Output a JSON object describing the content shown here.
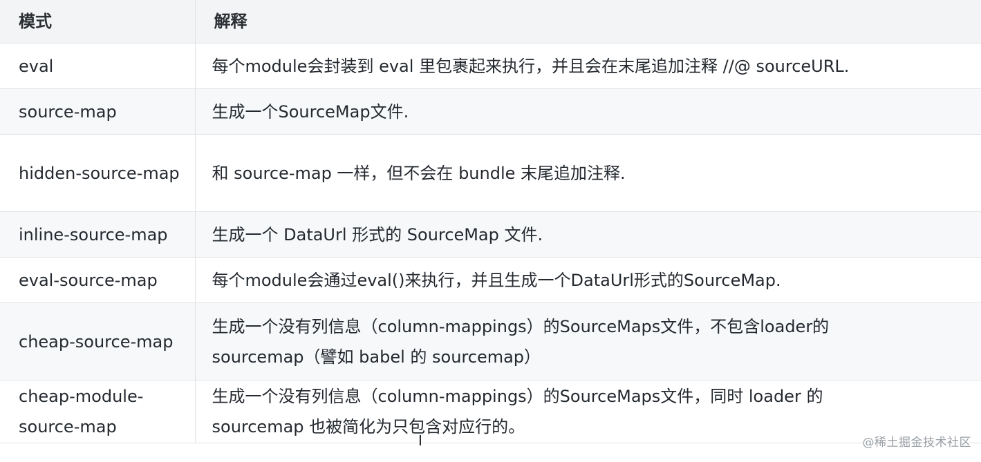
{
  "table": {
    "headers": [
      "模式",
      "解释"
    ],
    "rows": [
      {
        "mode": "eval",
        "desc": [
          "每个module会封装到 eval 里包裹起来执行，并且会在末尾追加注释 //@ sourceURL."
        ]
      },
      {
        "mode": "source-map",
        "desc": [
          "生成一个SourceMap文件."
        ]
      },
      {
        "mode": "hidden-source-map",
        "desc": [
          "和 source-map 一样，但不会在 bundle 末尾追加注释."
        ]
      },
      {
        "mode": "inline-source-map",
        "desc": [
          "生成一个 DataUrl 形式的 SourceMap 文件."
        ]
      },
      {
        "mode": "eval-source-map",
        "desc": [
          "每个module会通过eval()来执行，并且生成一个DataUrl形式的SourceMap."
        ]
      },
      {
        "mode": "cheap-source-map",
        "desc": [
          "生成一个没有列信息（column-mappings）的SourceMaps文件，不包含loader的",
          "sourcemap（譬如 babel 的 sourcemap）"
        ]
      },
      {
        "mode": "cheap-module-source-map",
        "desc": [
          "生成一个没有列信息（column-mappings）的SourceMaps文件，同时 loader 的",
          "sourcemap 也被简化为只包含对应行的。"
        ]
      }
    ]
  },
  "watermark": "@稀土掘金技术社区",
  "cursor_glyph": "I"
}
